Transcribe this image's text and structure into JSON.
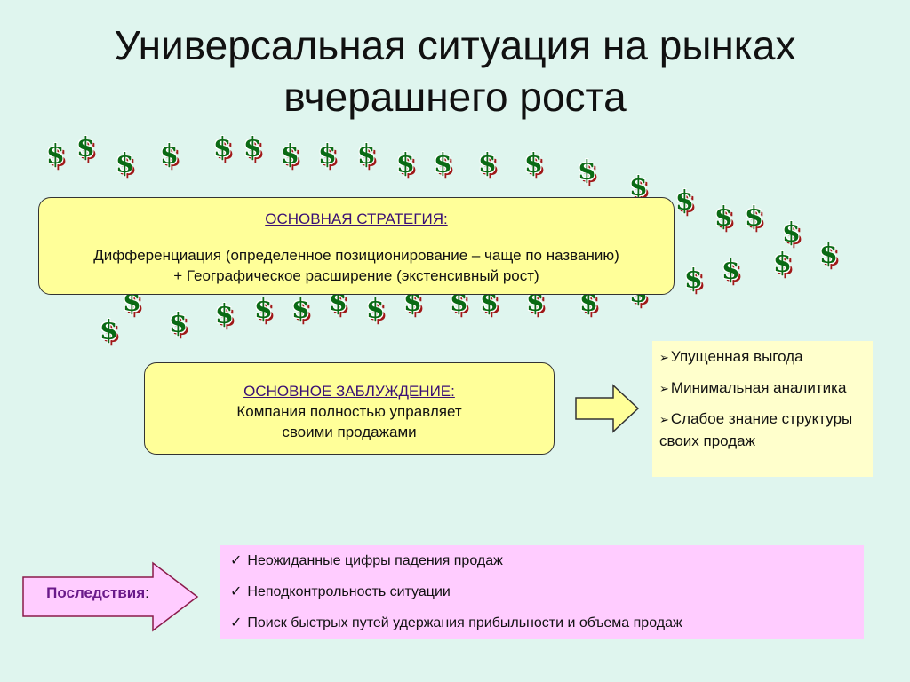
{
  "title_line1": "Универсальная ситуация на рынках",
  "title_line2": "вчерашнего роста",
  "dollar_glyph": "$",
  "colors": {
    "background": "#dff5ee",
    "box_yellow": "#ffff99",
    "list_yellow": "#ffffcc",
    "list_pink": "#ffccff",
    "heading_purple": "#3a1075",
    "dollar_green": "#0a6a14",
    "dollar_shadow": "#a01818"
  },
  "strategy": {
    "heading": "ОСНОВНАЯ СТРАТЕГИЯ:",
    "line1": "Дифференциация (определенное позиционирование – чаще по названию)",
    "line2": "+ Географическое расширение (экстенсивный рост)"
  },
  "fallacy": {
    "heading": "ОСНОВНОЕ ЗАБЛУЖДЕНИЕ:",
    "line1": "Компания полностью управляет",
    "line2": "своими продажами"
  },
  "side_list": {
    "bullet_icon": "arrow-bullet",
    "bullet": "➢",
    "items": [
      "Упущенная выгода",
      "Минимальная аналитика",
      "Слабое знание структуры своих продаж"
    ]
  },
  "consequences": {
    "label": "Последствия",
    "colon": ":",
    "check": "✓",
    "items": [
      "Неожиданные цифры падения продаж",
      "Неподконтрольность ситуации",
      "Поиск быстрых путей удержания прибыльности и объема продаж"
    ]
  }
}
